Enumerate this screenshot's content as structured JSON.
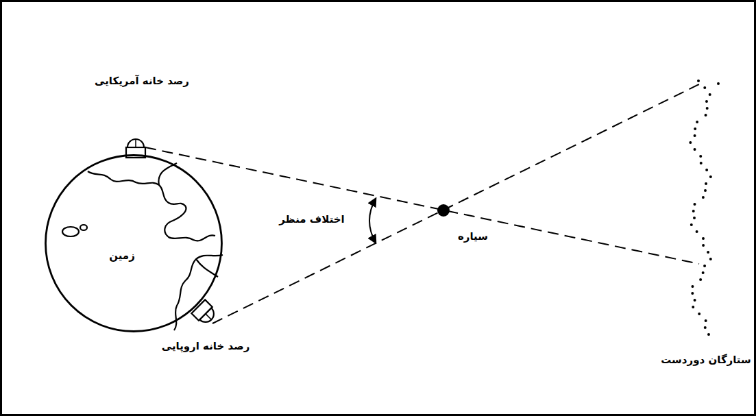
{
  "diagram": {
    "nodes": [
      {
        "text": [
          "زمین"
        ]
      }
    ],
    "labels": [
      "رصد خانه آمریکایی",
      "اختلاف منظر",
      "سیاره",
      "رصد خانه اروپایی",
      "ستارگان دوردست"
    ]
  }
}
